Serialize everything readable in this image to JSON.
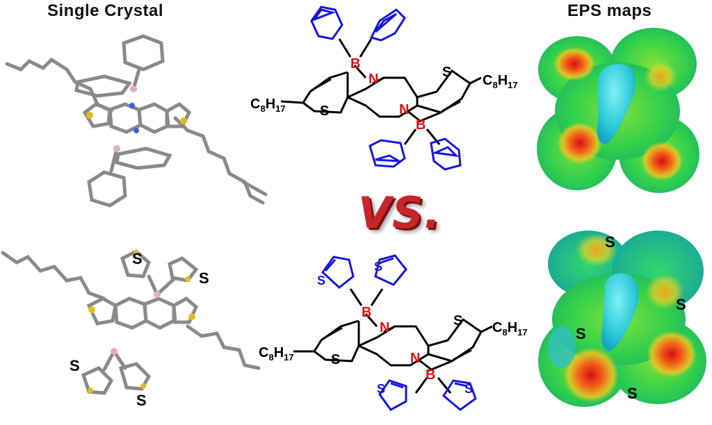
{
  "headers": {
    "left": "Single Crystal",
    "right": "EPS maps"
  },
  "vs_text": "VS.",
  "atoms": {
    "boron": "B",
    "nitrogen": "N",
    "sulfur": "S"
  },
  "alkyl": {
    "base": "C",
    "sub1": "8",
    "mid": "H",
    "sub2": "17"
  },
  "colors": {
    "bond": "#000000",
    "phenyl": "#1515e0",
    "thienyl": "#1515e0",
    "heteroatom": "#e01010",
    "vs": "#c8252a"
  },
  "eps_labels": [
    "S",
    "S",
    "S",
    "S"
  ],
  "crystal_labels": [
    "S",
    "S",
    "S",
    "S"
  ]
}
